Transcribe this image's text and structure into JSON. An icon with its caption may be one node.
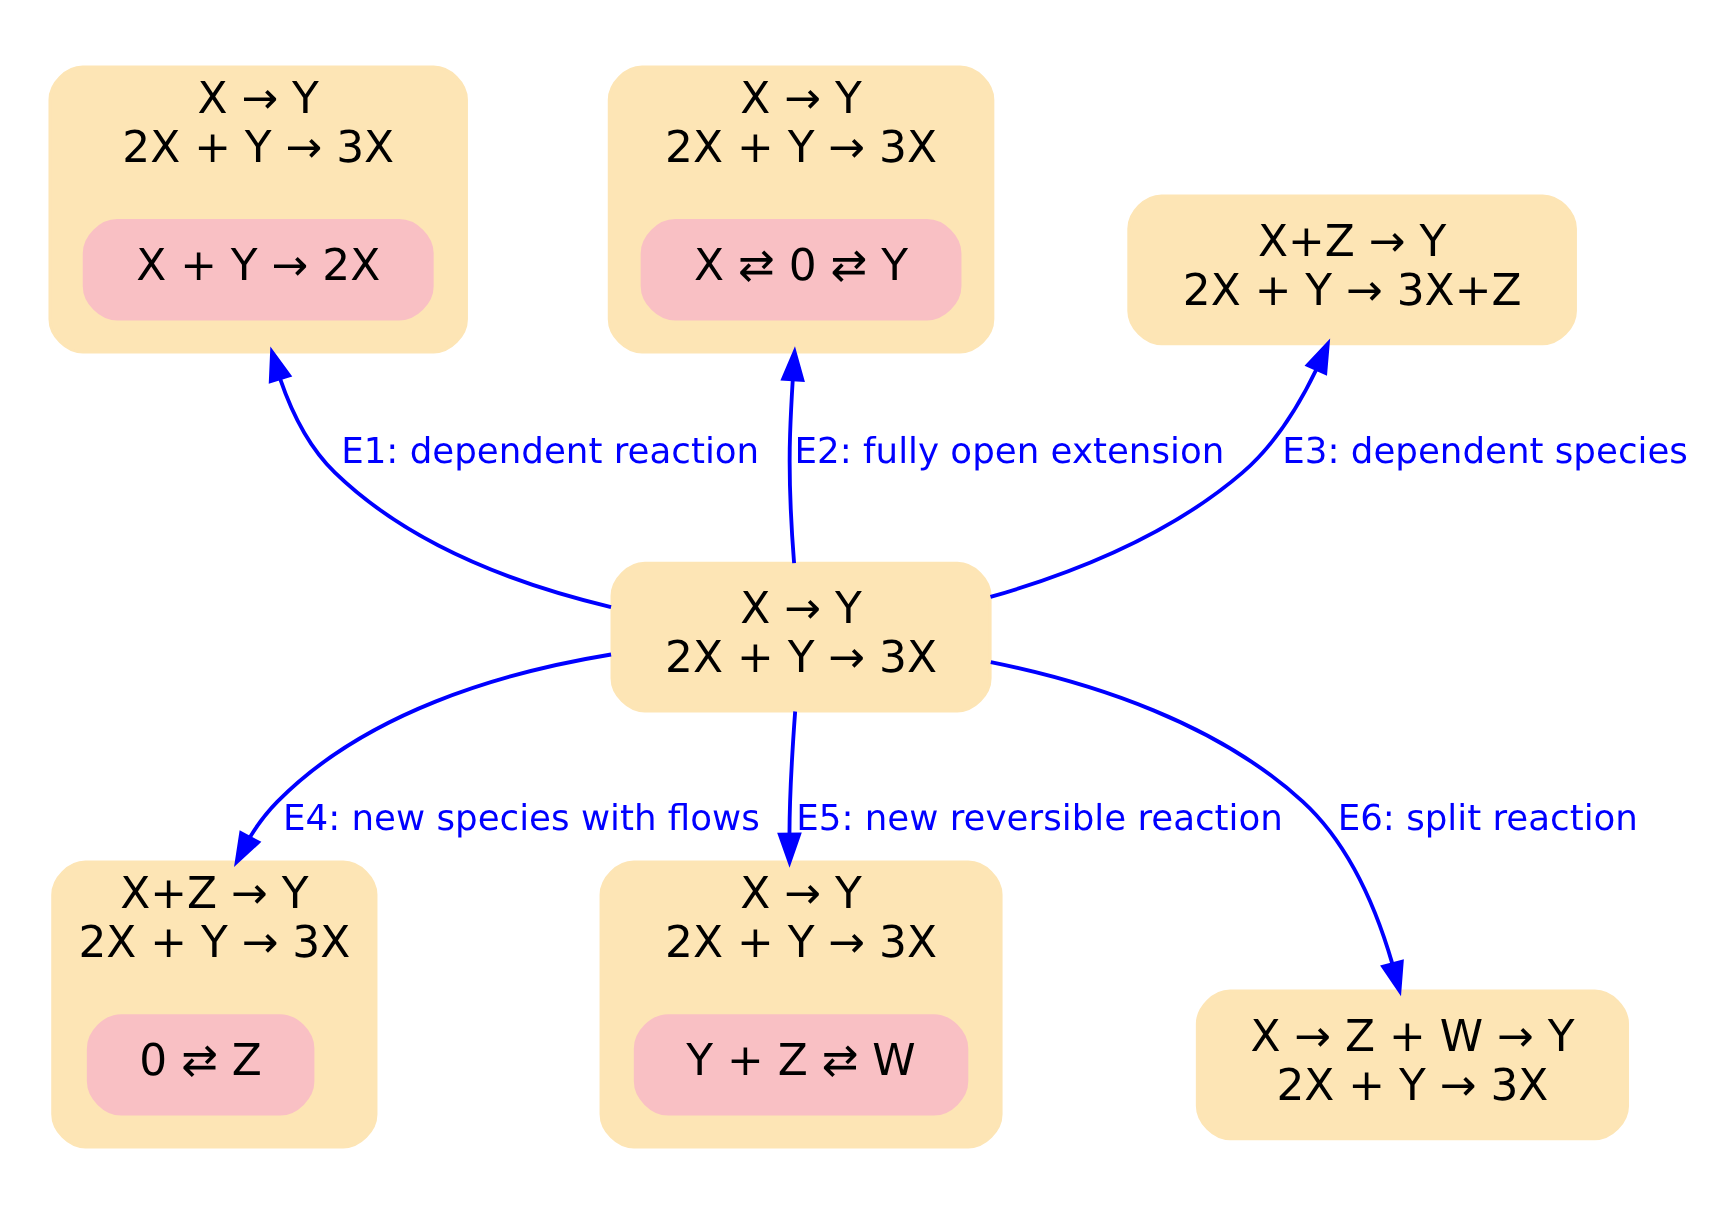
{
  "diagram": {
    "nodes": [
      {
        "text": [
          "X → Y",
          "2X + Y → 3X"
        ]
      },
      {
        "text": [
          "X → Y",
          "2X + Y → 3X"
        ]
      },
      {
        "text": [
          "X + Y → 2X"
        ],
        "in": 1
      },
      {
        "text": [
          "X → Y",
          "2X + Y → 3X"
        ]
      },
      {
        "text": [
          "X ⇄ 0 ⇄ Y"
        ],
        "in": 3
      },
      {
        "text": [
          "X+Z → Y",
          "2X + Y → 3X+Z"
        ]
      },
      {
        "text": [
          "X+Z → Y",
          "2X + Y → 3X"
        ]
      },
      {
        "text": [
          "0 ⇄ Z"
        ],
        "in": 6
      },
      {
        "text": [
          "X → Y",
          "2X + Y → 3X"
        ]
      },
      {
        "text": [
          "Y + Z ⇄ W"
        ],
        "in": 8
      },
      {
        "text": [
          "X → Z + W → Y",
          "2X + Y → 3X"
        ]
      }
    ],
    "edges": [
      {
        "from": 0,
        "to": 1,
        "arrow": "to",
        "label": "E1: dependent reaction"
      },
      {
        "from": 0,
        "to": 3,
        "arrow": "to",
        "label": "E2: fully open extension"
      },
      {
        "from": 0,
        "to": 5,
        "arrow": "to",
        "label": "E3: dependent species"
      },
      {
        "from": 0,
        "to": 6,
        "arrow": "to",
        "label": "E4: new species with flows"
      },
      {
        "from": 0,
        "to": 8,
        "arrow": "to",
        "label": "E5: new reversible reaction"
      },
      {
        "from": 0,
        "to": 10,
        "arrow": "to",
        "label": "E6: split reaction"
      }
    ]
  }
}
